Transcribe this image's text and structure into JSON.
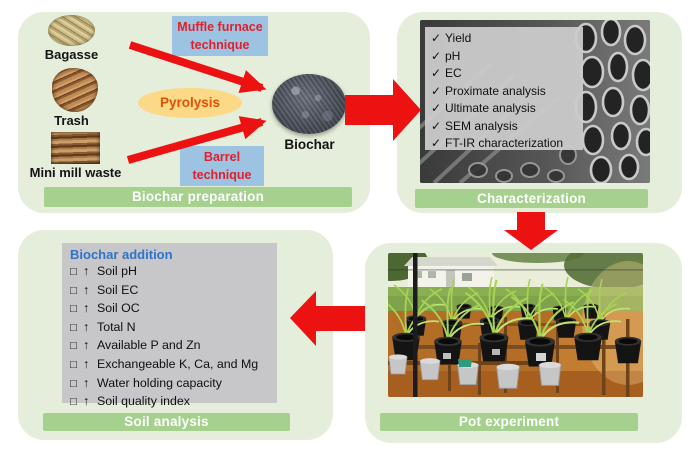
{
  "figure": {
    "panels": {
      "preparation": {
        "title": "Biochar preparation",
        "feedstocks": {
          "bagasse": "Bagasse",
          "trash": "Trash",
          "mini_mill_waste": "Mini mill waste"
        },
        "muffle_technique": {
          "line1": "Muffle furnace",
          "line2": "technique"
        },
        "barrel_technique": {
          "line1": "Barrel",
          "line2": "technique"
        },
        "process": "Pyrolysis",
        "product": "Biochar"
      },
      "characterization": {
        "title": "Characterization",
        "check_glyph": "✓",
        "checklist": [
          "Yield",
          "pH",
          "EC",
          "Proximate analysis",
          "Ultimate analysis",
          "SEM analysis",
          "FT-IR characterization"
        ]
      },
      "soil_analysis": {
        "title": "Soil analysis",
        "heading": "Biochar addition",
        "checkbox_glyph": "□",
        "increase_glyph": "↑",
        "items": [
          "Soil pH",
          "Soil EC",
          "Soil OC",
          "Total N",
          "Available P and Zn",
          "Exchangeable K, Ca, and Mg",
          "Water holding capacity",
          "Soil quality index"
        ]
      },
      "pot_experiment": {
        "title": "Pot experiment"
      }
    },
    "colors": {
      "panel_bg_green": "#e4eeda",
      "title_bar_green": "#a6d08e",
      "arrow_red": "#ec1212",
      "technique_box_blue": "#9dc3e2",
      "technique_text_red": "#e0202a",
      "pyrolysis_oval_yellow": "#fbd987",
      "pyrolysis_text_orange": "#e05106",
      "soil_heading_blue": "#2e74c9",
      "info_box_gray": "#c7c6c8"
    }
  }
}
